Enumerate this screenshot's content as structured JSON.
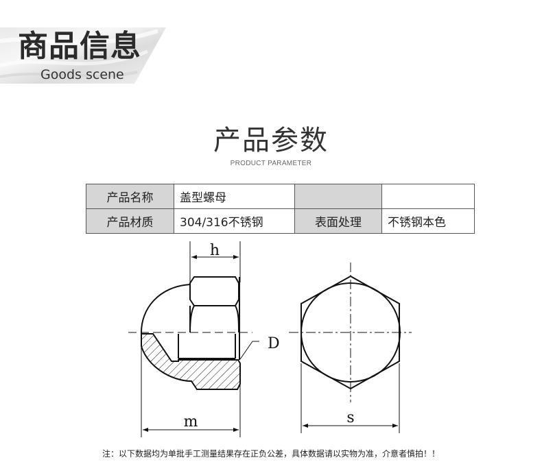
{
  "header": {
    "title": "商品信息",
    "subtitle": "Goods scene"
  },
  "section": {
    "title": "产品参数",
    "subtitle": "PRODUCT PARAMETER"
  },
  "table": {
    "rows": [
      [
        {
          "text": "产品名称",
          "type": "label"
        },
        {
          "text": "盖型螺母",
          "type": "value"
        },
        {
          "text": "",
          "type": "label"
        },
        {
          "text": "",
          "type": "value"
        }
      ],
      [
        {
          "text": "产品材质",
          "type": "label"
        },
        {
          "text": "304/316不锈钢",
          "type": "value"
        },
        {
          "text": "表面处理",
          "type": "label"
        },
        {
          "text": "不锈钢本色",
          "type": "value"
        }
      ]
    ]
  },
  "drawing": {
    "side_view": {
      "dim_top": "h",
      "dim_bottom": "m",
      "dim_thread": "D"
    },
    "top_view": {
      "dim_bottom": "s"
    }
  },
  "note": "注：以下数据均为单批手工测量结果存在正负公差，具体数据请以实物为准，介意者慎拍！！",
  "colors": {
    "label_cell_bg": "#d6d6d6",
    "border": "#555555",
    "text": "#333333"
  }
}
